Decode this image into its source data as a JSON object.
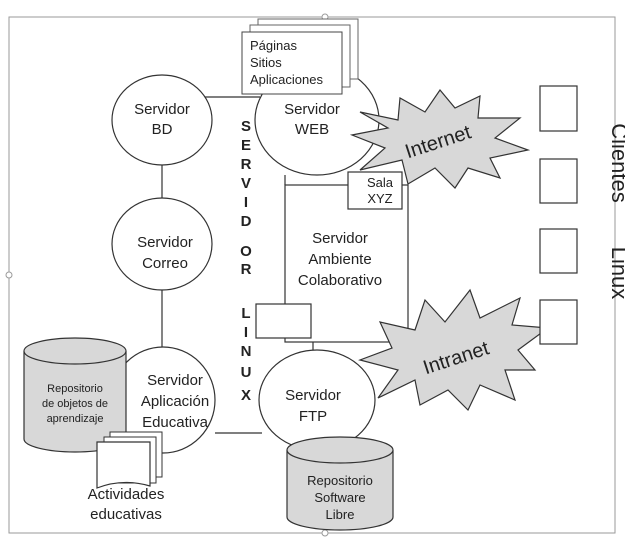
{
  "diagram": {
    "servers": {
      "bd": [
        "Servidor",
        "BD"
      ],
      "web": [
        "Servidor",
        "WEB"
      ],
      "correo": [
        "Servidor",
        "Correo"
      ],
      "colab": [
        "Servidor",
        "Ambiente",
        "Colaborativo"
      ],
      "educ": [
        "Servidor",
        "Aplicación",
        "Educativa"
      ],
      "ftp": [
        "Servidor",
        "FTP"
      ]
    },
    "pages_doc": [
      "Páginas",
      "Sitios",
      "Aplicaciones"
    ],
    "sala_box": [
      "Sala",
      "XYZ"
    ],
    "vertical_word_1": [
      "S",
      "E",
      "R",
      "V",
      "I",
      "D",
      "O",
      "R"
    ],
    "vertical_word_2": [
      "L",
      "I",
      "N",
      "U",
      "X"
    ],
    "repo_objetos": [
      "Repositorio",
      "de objetos de",
      "aprendizaje"
    ],
    "repo_software": [
      "Repositorio",
      "Software",
      "Libre"
    ],
    "actividades": [
      "Actividades",
      "educativas"
    ],
    "clouds": {
      "internet": "Internet",
      "intranet": "Intranet"
    },
    "clients_title": "Clientes",
    "clients_os": "Linux"
  }
}
